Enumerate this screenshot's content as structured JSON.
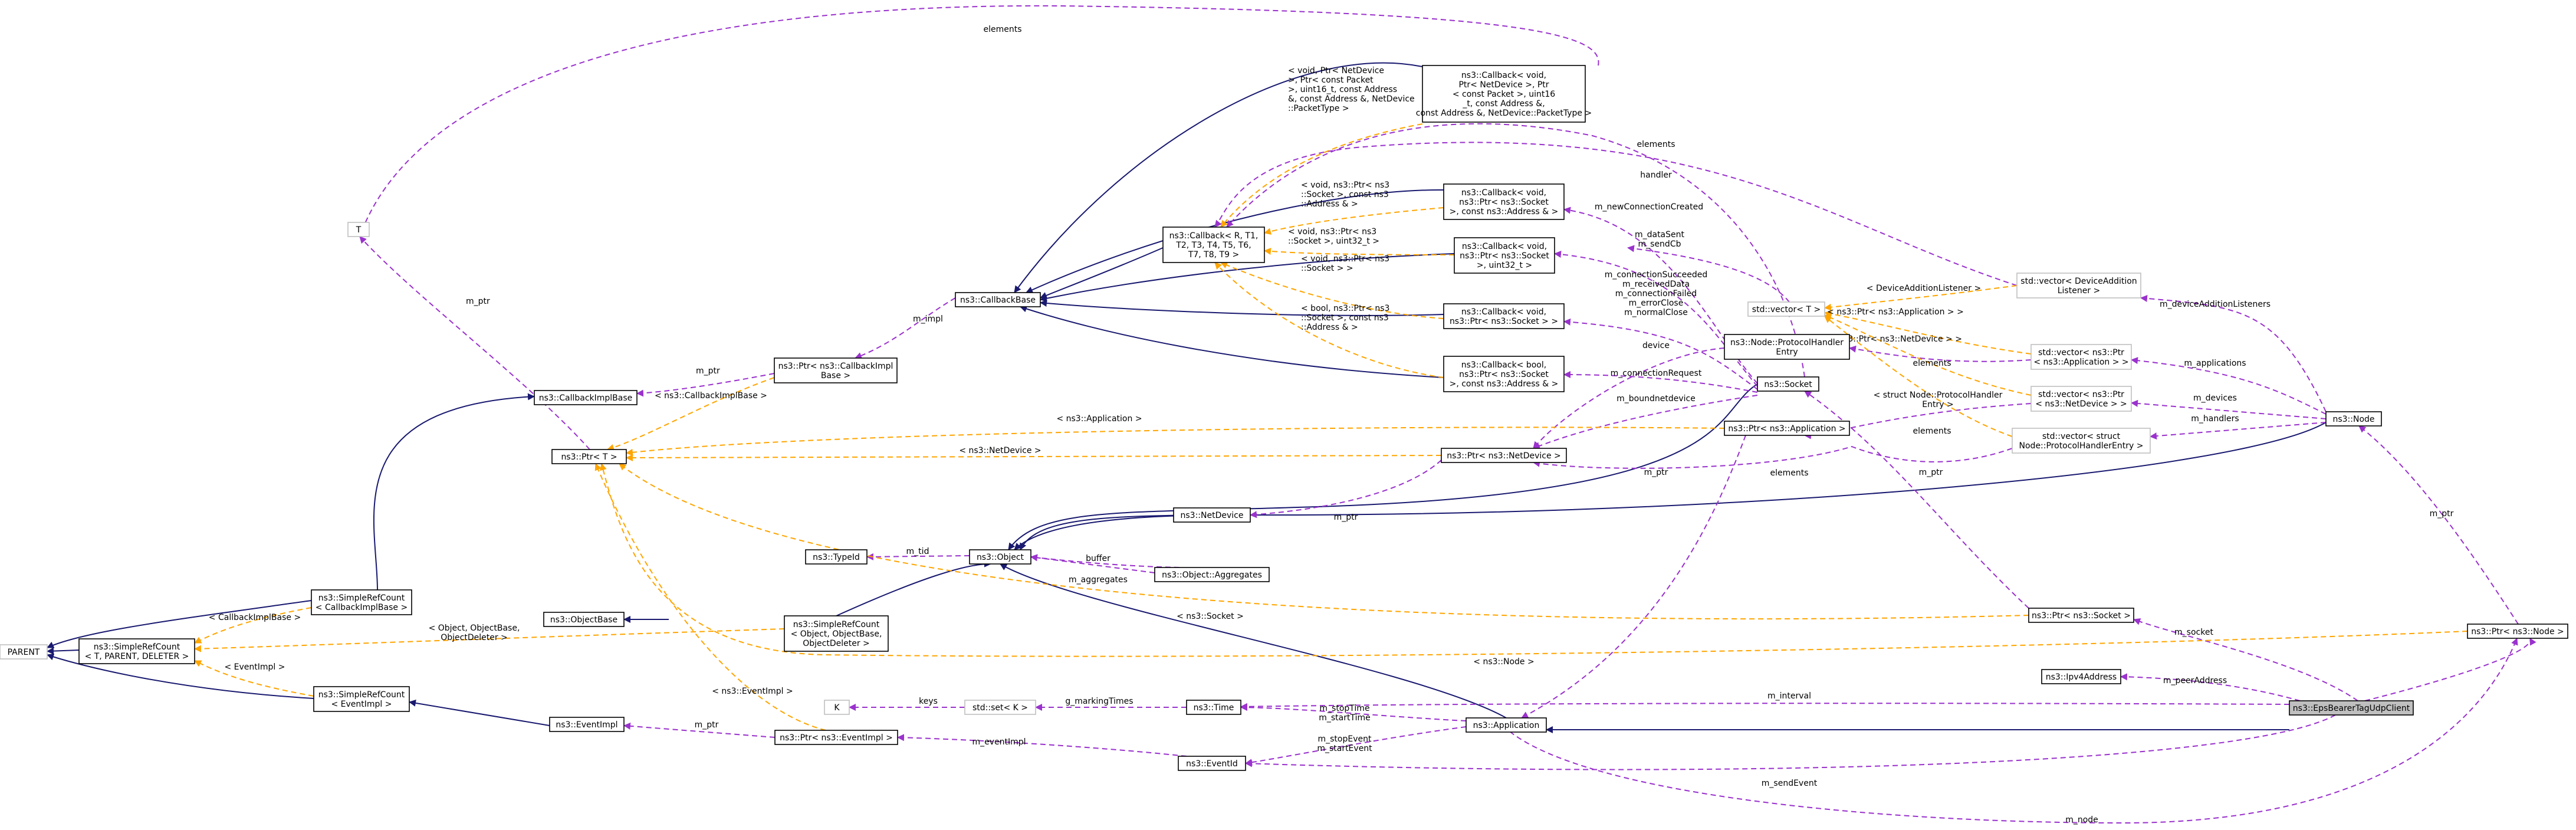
{
  "diagram": {
    "nodes": {
      "target": [
        "ns3::EpsBearerTagUdpClient"
      ],
      "parent": [
        "PARENT"
      ],
      "t": [
        "T"
      ],
      "k": [
        "K"
      ],
      "ptr_t": [
        "ns3::Ptr< T >"
      ],
      "callbackimplbase": [
        "ns3::CallbackImplBase"
      ],
      "ptr_callbackimplbase": [
        "ns3::Ptr< ns3::CallbackImpl",
        "Base >"
      ],
      "callbackbase": [
        "ns3::CallbackBase"
      ],
      "simplerefcount_callback": [
        "ns3::SimpleRefCount",
        "< CallbackImplBase >"
      ],
      "simplerefcount_tpd": [
        "ns3::SimpleRefCount",
        "< T, PARENT, DELETER >"
      ],
      "simplerefcount_eventimpl": [
        "ns3::SimpleRefCount",
        "< EventImpl >"
      ],
      "eventimpl": [
        "ns3::EventImpl"
      ],
      "objectbase": [
        "ns3::ObjectBase"
      ],
      "simplerefcount_object": [
        "ns3::SimpleRefCount",
        "< Object, ObjectBase,",
        "ObjectDeleter >"
      ],
      "typeid": [
        "ns3::TypeId"
      ],
      "object": [
        "ns3::Object"
      ],
      "aggregates": [
        "ns3::Object::Aggregates"
      ],
      "netdevice": [
        "ns3::NetDevice"
      ],
      "ptr_eventimpl": [
        "ns3::Ptr< ns3::EventImpl >"
      ],
      "set_k": [
        "std::set< K >"
      ],
      "time": [
        "ns3::Time"
      ],
      "eventid": [
        "ns3::EventId"
      ],
      "application": [
        "ns3::Application"
      ],
      "callback_generic": [
        "ns3::Callback< R, T1,",
        "T2, T3, T4, T5, T6,",
        "T7, T8, T9 >"
      ],
      "callback_receive": [
        "ns3::Callback< void,",
        "Ptr< NetDevice >, Ptr",
        "< const Packet >, uint16",
        "_t, const Address &,",
        "const Address &, NetDevice::PacketType >"
      ],
      "callback_accept": [
        "ns3::Callback< void,",
        "ns3::Ptr< ns3::Socket",
        ">, const ns3::Address & >"
      ],
      "callback_sent": [
        "ns3::Callback< void,",
        "ns3::Ptr< ns3::Socket",
        ">, uint32_t >"
      ],
      "callback_socket": [
        "ns3::Callback< void,",
        "ns3::Ptr< ns3::Socket > >"
      ],
      "callback_bool": [
        "ns3::Callback< bool,",
        "ns3::Ptr< ns3::Socket",
        ">, const ns3::Address & >"
      ],
      "ptr_netdevice": [
        "ns3::Ptr< ns3::NetDevice >"
      ],
      "protocolhandler": [
        "ns3::Node::ProtocolHandler",
        "Entry"
      ],
      "socket": [
        "ns3::Socket"
      ],
      "ptr_application": [
        "ns3::Ptr< ns3::Application >"
      ],
      "vector_t": [
        "std::vector< T >"
      ],
      "vector_deviceaddition": [
        "std::vector< DeviceAddition",
        "Listener >"
      ],
      "vector_ptr_app": [
        "std::vector< ns3::Ptr",
        "< ns3::Application > >"
      ],
      "vector_ptr_netdev": [
        "std::vector< ns3::Ptr",
        "< ns3::NetDevice > >"
      ],
      "vector_protocolhandler": [
        "std::vector< struct",
        "Node::ProtocolHandlerEntry >"
      ],
      "node": [
        "ns3::Node"
      ],
      "ptr_socket": [
        "ns3::Ptr< ns3::Socket >"
      ],
      "ptr_node": [
        "ns3::Ptr< ns3::Node >"
      ],
      "ipv4address": [
        "ns3::Ipv4Address"
      ]
    },
    "labels": {
      "elements_top": [
        "elements"
      ],
      "m_ptr_t": [
        "m_ptr"
      ],
      "m_impl": [
        "m_impl"
      ],
      "m_ptr_cb": [
        "m_ptr"
      ],
      "tpl_callbackimplbase": [
        "< ns3::CallbackImplBase >"
      ],
      "tpl_application": [
        "< ns3::Application >"
      ],
      "tpl_netdevice": [
        "< ns3::NetDevice >"
      ],
      "tpl_callbackimplbase_src": [
        "< CallbackImplBase >"
      ],
      "tpl_object": [
        "< Object, ObjectBase,",
        "ObjectDeleter >"
      ],
      "tpl_eventimpl_src": [
        "< EventImpl >"
      ],
      "tpl_eventimpl": [
        "< ns3::EventImpl >"
      ],
      "tpl_socket": [
        "< ns3::Socket >"
      ],
      "tpl_node": [
        "< ns3::Node >"
      ],
      "m_tid": [
        "m_tid"
      ],
      "buffer": [
        "buffer"
      ],
      "m_aggregates": [
        "m_aggregates"
      ],
      "m_ptr_nd": [
        "m_ptr"
      ],
      "keys": [
        "keys"
      ],
      "g_markingtimes": [
        "g_markingTimes"
      ],
      "m_ptr_ev": [
        "m_ptr"
      ],
      "m_eventimpl": [
        "m_eventImpl"
      ],
      "m_stoptime": [
        "m_stopTime",
        "m_startTime"
      ],
      "m_stopevent": [
        "m_stopEvent",
        "m_startEvent"
      ],
      "tpl_receive": [
        "< void, Ptr< NetDevice",
        ">, Ptr< const Packet",
        ">, uint16_t, const Address",
        "&, const Address &, NetDevice",
        "::PacketType >"
      ],
      "tpl_accept": [
        "< void, ns3::Ptr< ns3",
        "::Socket >, const ns3",
        "::Address & >"
      ],
      "tpl_sent": [
        "< void, ns3::Ptr< ns3",
        "::Socket >, uint32_t >"
      ],
      "tpl_socket_cb": [
        "< void, ns3::Ptr< ns3",
        "::Socket > >"
      ],
      "tpl_bool": [
        "< bool, ns3::Ptr< ns3",
        "::Socket >, const ns3",
        "::Address & >"
      ],
      "handler": [
        "handler"
      ],
      "elements_mid": [
        "elements"
      ],
      "m_newconnectioncreated": [
        "m_newConnectionCreated"
      ],
      "m_datasent": [
        "m_dataSent",
        "m_sendCb"
      ],
      "m_connectionsucceeded": [
        "m_connectionSucceeded",
        "m_receivedData",
        "m_connectionFailed",
        "m_errorClose",
        "m_normalClose"
      ],
      "device": [
        "device"
      ],
      "m_connectionrequest": [
        "m_connectionRequest"
      ],
      "m_boundnetdevice": [
        "m_boundnetdevice"
      ],
      "m_ptr_app": [
        "m_ptr"
      ],
      "elements_nd": [
        "elements"
      ],
      "tpl_devicelistener": [
        "< DeviceAdditionListener >"
      ],
      "tpl_ptr_app": [
        "< ns3::Ptr< ns3::Application > >"
      ],
      "tpl_ptr_netdev": [
        "< ns3::Ptr< ns3::NetDevice > >"
      ],
      "elements_vec1": [
        "elements"
      ],
      "tpl_protocolhandler": [
        "< struct Node::ProtocolHandler",
        "Entry >"
      ],
      "elements_vec2": [
        "elements"
      ],
      "m_ptr_sock": [
        "m_ptr"
      ],
      "m_deviceadditionlisteners": [
        "m_deviceAdditionListeners"
      ],
      "m_applications": [
        "m_applications"
      ],
      "m_devices": [
        "m_devices"
      ],
      "m_handlers": [
        "m_handlers"
      ],
      "m_ptr_node": [
        "m_ptr"
      ],
      "m_socket": [
        "m_socket"
      ],
      "m_peeraddress": [
        "m_peerAddress"
      ],
      "m_interval": [
        "m_interval"
      ],
      "m_sendevent": [
        "m_sendEvent"
      ],
      "m_node": [
        "m_node"
      ]
    }
  }
}
